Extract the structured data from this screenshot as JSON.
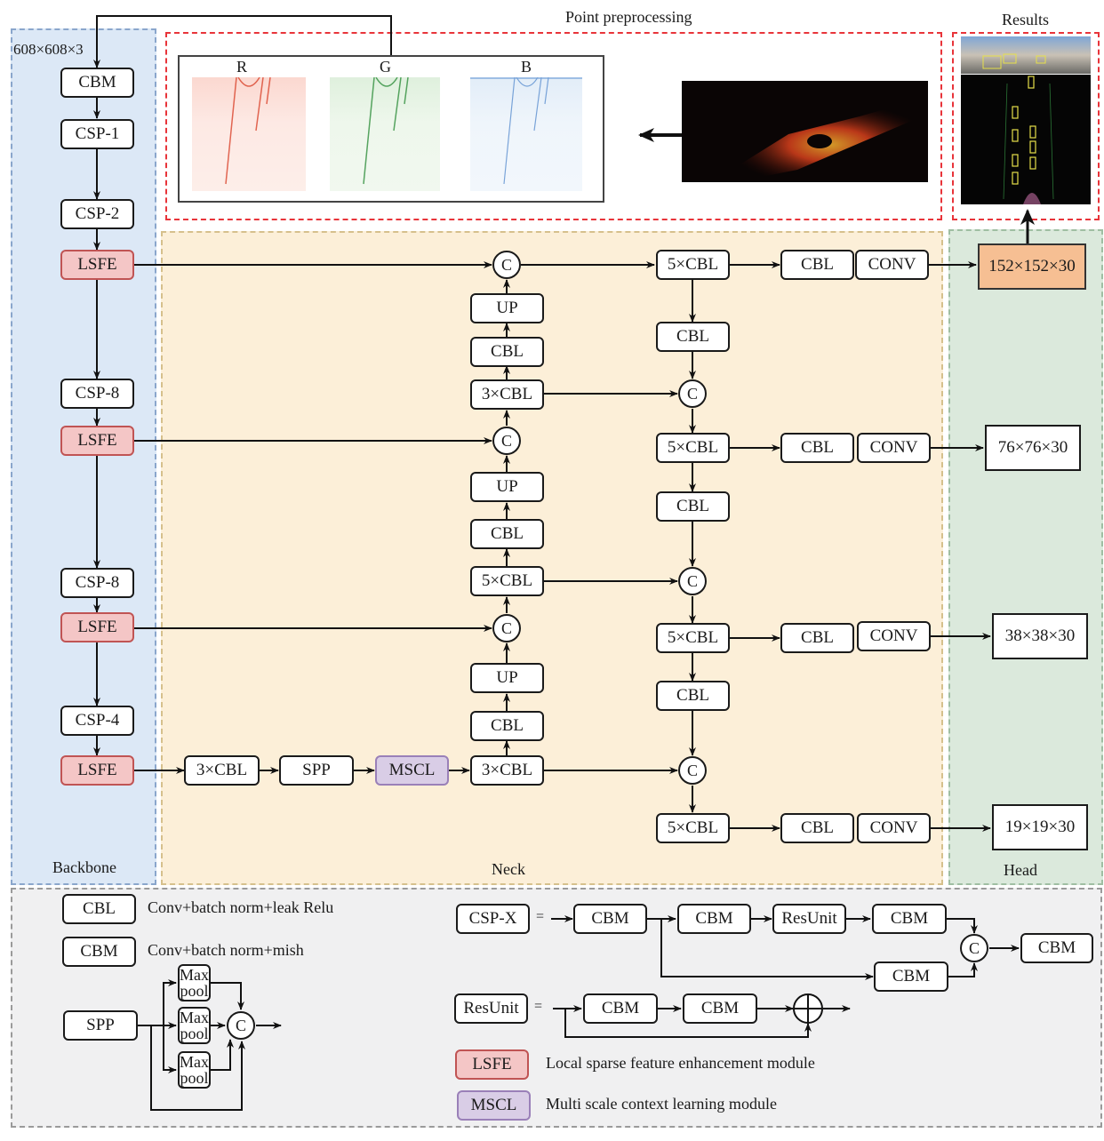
{
  "regions": {
    "backbone": "Backbone",
    "neck": "Neck",
    "head": "Head",
    "point_preprocessing": "Point preprocessing",
    "results": "Results"
  },
  "input_size": "608×608×3",
  "rgb_channels": [
    "R",
    "G",
    "B"
  ],
  "backbone": [
    "CBM",
    "CSP-1",
    "CSP-2",
    "LSFE",
    "CSP-8",
    "LSFE",
    "CSP-8",
    "LSFE",
    "CSP-4",
    "LSFE"
  ],
  "neck_bottom_row": [
    "3×CBL",
    "SPP",
    "MSCL",
    "3×CBL"
  ],
  "neck_up_column": [
    "C",
    "UP",
    "CBL",
    "3×CBL",
    "C",
    "UP",
    "CBL",
    "5×CBL",
    "C",
    "UP",
    "CBL"
  ],
  "neck_down_column": [
    "5×CBL",
    "CBL",
    "C",
    "5×CBL",
    "CBL",
    "C",
    "5×CBL",
    "CBL",
    "C",
    "5×CBL"
  ],
  "concat_label": "C",
  "head_branches": [
    {
      "cbl": "CBL",
      "conv": "CONV",
      "output": "152×152×30"
    },
    {
      "cbl": "CBL",
      "conv": "CONV",
      "output": "76×76×30"
    },
    {
      "cbl": "CBL",
      "conv": "CONV",
      "output": "38×38×30"
    },
    {
      "cbl": "CBL",
      "conv": "CONV",
      "output": "19×19×30"
    }
  ],
  "legend": {
    "cbl": {
      "label": "CBL",
      "desc": "Conv+batch norm+leak Relu"
    },
    "cbm": {
      "label": "CBM",
      "desc": "Conv+batch norm+mish"
    },
    "spp": {
      "label": "SPP",
      "maxpool": "Max pool",
      "concat": "C"
    },
    "csp": {
      "label": "CSP-X",
      "eq": "=",
      "blocks": [
        "CBM",
        "CBM",
        "ResUnit",
        "CBM",
        "CBM",
        "CBM"
      ],
      "concat": "C"
    },
    "resunit": {
      "label": "ResUnit",
      "eq": "=",
      "blocks": [
        "CBM",
        "CBM"
      ]
    },
    "lsfe": {
      "label": "LSFE",
      "desc": "Local sparse feature enhancement module"
    },
    "mscl": {
      "label": "MSCL",
      "desc": "Multi scale context learning module"
    }
  },
  "colors": {
    "backbone_bg": "#dce8f6",
    "neck_bg": "#fcefd8",
    "head_bg": "#dbe9dc",
    "legend_bg": "#f0f0f1",
    "lsfe": "#f4c6c6",
    "mscl": "#d9cde6",
    "output_highlight": "#f6bf93",
    "preprocessing_border": "#e8343a"
  }
}
